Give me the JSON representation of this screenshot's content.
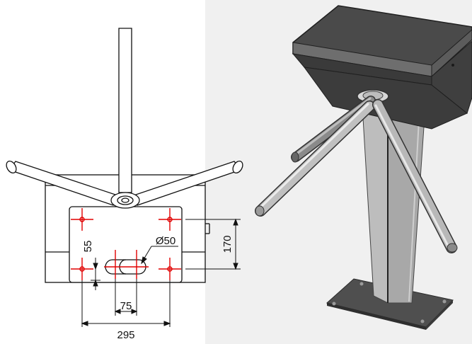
{
  "drawing": {
    "dimensions": {
      "width_overall": "295",
      "hole_spacing_x": "75",
      "hole_spacing_y": "170",
      "offset_55": "55",
      "hole_diameter": "Ø50"
    }
  },
  "colors": {
    "line": "#111111",
    "centerline": "#e00000",
    "render_background": "#f0f0f0",
    "steel_light": "#c8c8c8",
    "steel_dark": "#5a5a5a",
    "housing_top": "#4a4a4a"
  }
}
